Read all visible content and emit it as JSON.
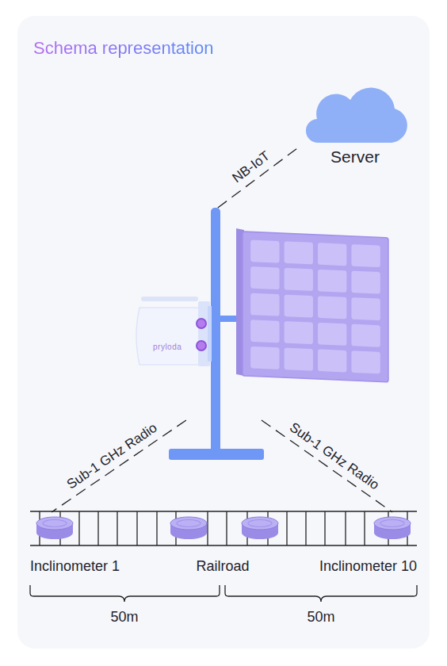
{
  "diagram": {
    "title": "Schema representation",
    "nodes": [
      {
        "text": [
          "Server"
        ]
      },
      {
        "text": [
          "pryloda"
        ]
      },
      {
        "text": [
          "Inclinometer 1"
        ]
      },
      {
        "text": [
          "Inclinometer 10"
        ]
      }
    ],
    "edges": [
      {
        "from": 1,
        "to": 0,
        "arrow": "none",
        "label": "NB-IoT"
      },
      {
        "from": 1,
        "to": 2,
        "arrow": "none",
        "label": "Sub-1 GHz Radio"
      },
      {
        "from": 1,
        "to": 3,
        "arrow": "none",
        "label": "Sub-1 GHz Radio"
      }
    ],
    "labels": [
      "Railroad",
      "50m",
      "50m"
    ]
  }
}
